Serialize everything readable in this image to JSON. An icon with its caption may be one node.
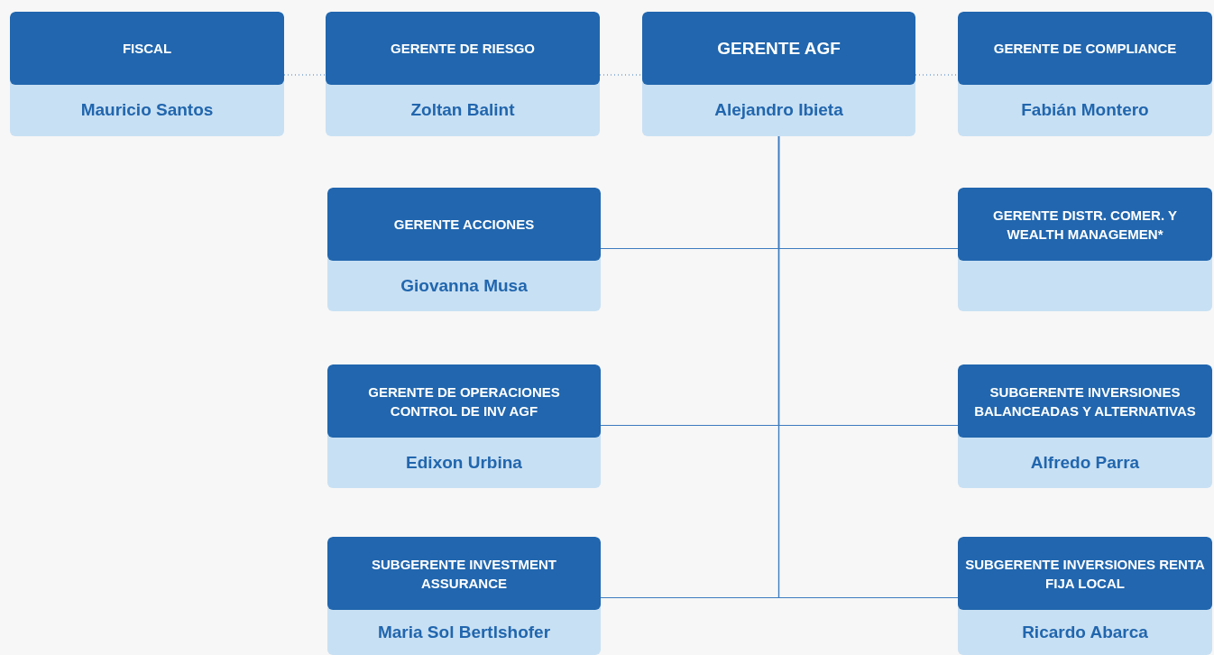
{
  "diagram": {
    "nodes": [
      {
        "text": [
          "FISCAL",
          "Mauricio Santos"
        ]
      },
      {
        "text": [
          "GERENTE DE RIESGO",
          "Zoltan Balint"
        ]
      },
      {
        "text": [
          "GERENTE AGF",
          "Alejandro Ibieta"
        ]
      },
      {
        "text": [
          "GERENTE DE COMPLIANCE",
          "Fabián Montero"
        ]
      },
      {
        "text": [
          "GERENTE ACCIONES",
          "Giovanna Musa"
        ]
      },
      {
        "text": [
          "GERENTE DISTR. COMER. Y WEALTH MANAGEMEN*"
        ]
      },
      {
        "text": [
          "GERENTE DE OPERACIONES CONTROL DE INV AGF",
          "Edixon Urbina"
        ]
      },
      {
        "text": [
          "SUBGERENTE INVERSIONES BALANCEADAS Y ALTERNATIVAS",
          "Alfredo Parra"
        ]
      },
      {
        "text": [
          "SUBGERENTE INVESTMENT ASSURANCE",
          "Maria Sol Bertlshofer"
        ]
      },
      {
        "text": [
          "SUBGERENTE INVERSIONES RENTA FIJA LOCAL",
          "Ricardo Abarca"
        ]
      }
    ],
    "edges": [
      {
        "from": 0,
        "to": 1,
        "arrow": "none",
        "style": "dashed"
      },
      {
        "from": 1,
        "to": 2,
        "arrow": "none",
        "style": "dashed"
      },
      {
        "from": 2,
        "to": 3,
        "arrow": "none",
        "style": "dashed"
      },
      {
        "from": 2,
        "to": 4,
        "arrow": "none"
      },
      {
        "from": 2,
        "to": 5,
        "arrow": "none"
      },
      {
        "from": 2,
        "to": 6,
        "arrow": "none"
      },
      {
        "from": 2,
        "to": 7,
        "arrow": "none"
      },
      {
        "from": 2,
        "to": 8,
        "arrow": "none"
      },
      {
        "from": 2,
        "to": 9,
        "arrow": "none"
      }
    ]
  }
}
